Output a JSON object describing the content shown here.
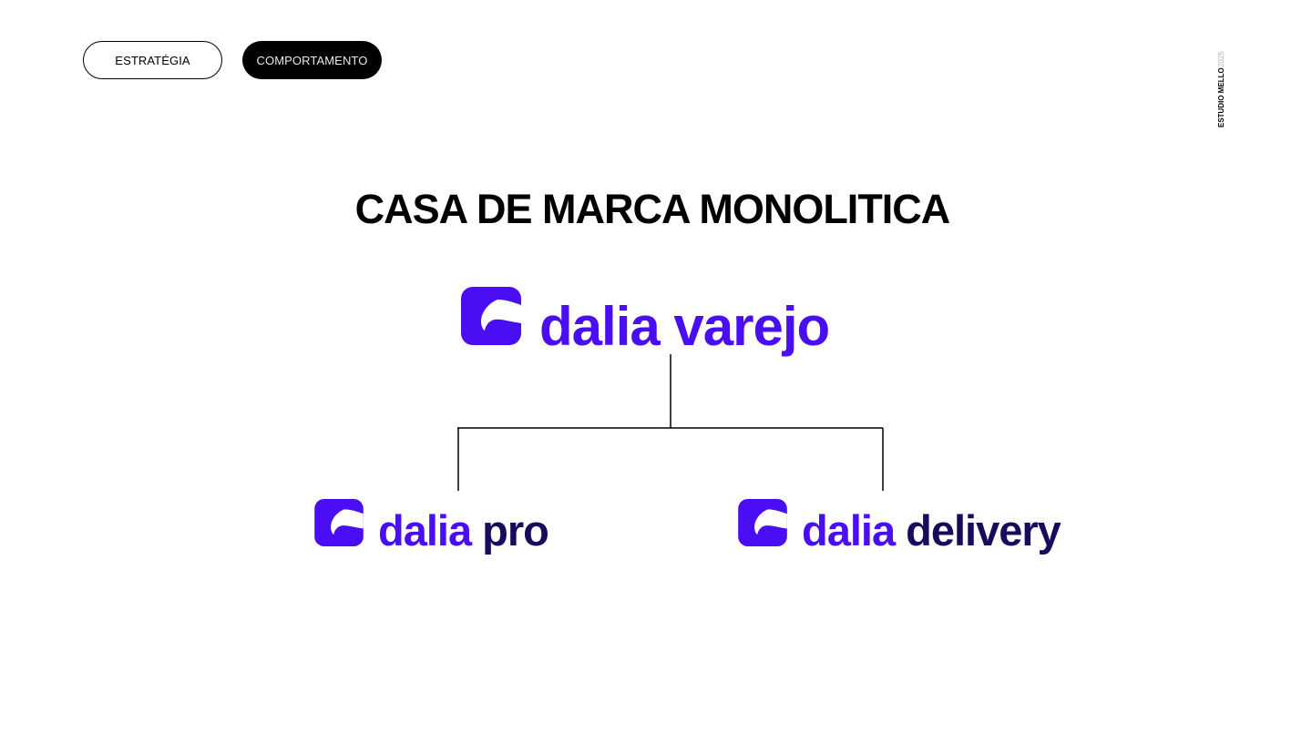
{
  "nav": {
    "tab_strategy": "ESTRATÉGIA",
    "tab_behavior": "COMPORTAMENTO"
  },
  "credit": {
    "studio": "ESTUDIO MELLO",
    "year": "2025"
  },
  "title": "CASA DE MARCA MONOLITICA",
  "colors": {
    "brand_violet": "#4a0ef5",
    "sub_brand_navy": "#1a0a5c"
  },
  "tree": {
    "root": {
      "brand": "dalia varejo"
    },
    "children": [
      {
        "brand": "dalia",
        "descriptor": "pro"
      },
      {
        "brand": "dalia",
        "descriptor": "delivery"
      }
    ]
  }
}
